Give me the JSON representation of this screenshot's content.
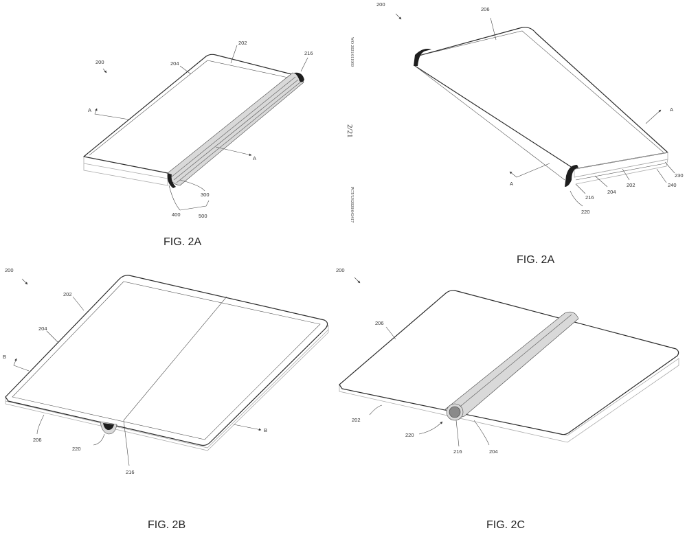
{
  "header": {
    "side_top": "WO 2021/011969",
    "sheet_number": "2/21",
    "side_bottom": "PCT/US2020/042417"
  },
  "figures": [
    {
      "caption": "FIG. 2A",
      "labels": {
        "device": "200",
        "housing": "202",
        "display": "204",
        "hinge": "216",
        "section_left": "A",
        "section_right": "A",
        "bend": "300",
        "layer_a": "400",
        "layer_b": "500"
      }
    },
    {
      "caption": "FIG. 2A",
      "labels": {
        "device": "200",
        "back": "206",
        "section_left": "A",
        "section_right": "A",
        "layer_230": "230",
        "layer_240": "240",
        "housing": "202",
        "display": "204",
        "hinge": "216",
        "hinge_end": "220"
      }
    },
    {
      "caption": "FIG. 2B",
      "labels": {
        "device": "200",
        "housing": "202",
        "display": "204",
        "section_left": "B",
        "section_right": "B",
        "back": "206",
        "hinge_end": "220",
        "fold": "216"
      }
    },
    {
      "caption": "FIG. 2C",
      "labels": {
        "device": "200",
        "back": "206",
        "housing": "202",
        "hinge_end": "220",
        "hinge": "216",
        "display": "204"
      }
    }
  ]
}
